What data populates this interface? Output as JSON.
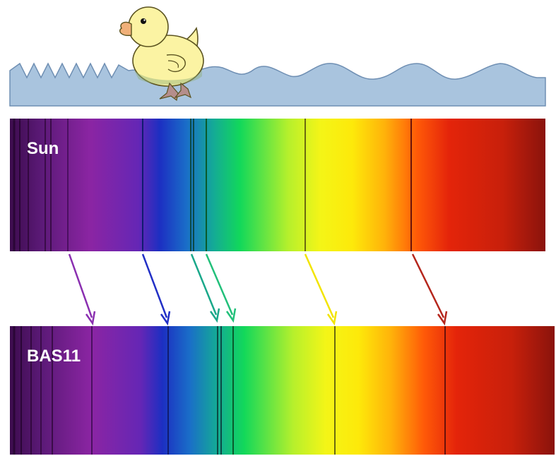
{
  "spectra": [
    {
      "label": "Sun",
      "absorption_lines": [
        {
          "color": "purple"
        },
        {
          "color": "blue"
        },
        {
          "color": "teal"
        },
        {
          "color": "green"
        },
        {
          "color": "yellow"
        },
        {
          "color": "red"
        }
      ]
    },
    {
      "label": "BAS11",
      "absorption_lines": [
        {
          "color": "purple"
        },
        {
          "color": "blue"
        },
        {
          "color": "teal"
        },
        {
          "color": "green"
        },
        {
          "color": "yellow"
        },
        {
          "color": "red"
        }
      ]
    }
  ],
  "redshift_arrows": [
    {
      "color": "#8a2fb0"
    },
    {
      "color": "#2230c6"
    },
    {
      "color": "#1aa88a"
    },
    {
      "color": "#22c07a"
    },
    {
      "color": "#f2e400"
    },
    {
      "color": "#b5261c"
    }
  ],
  "illustration": {
    "figure": "rubber-duck",
    "surface": "water-waves"
  },
  "colors": {
    "water": "#a9c4de",
    "water_outline": "#6f8fb3",
    "duck_body": "#fbf3a3",
    "duck_outline": "#5b5320",
    "beak": "#f0b079",
    "feet": "#b58e8c",
    "label_text": "#ffffff"
  }
}
